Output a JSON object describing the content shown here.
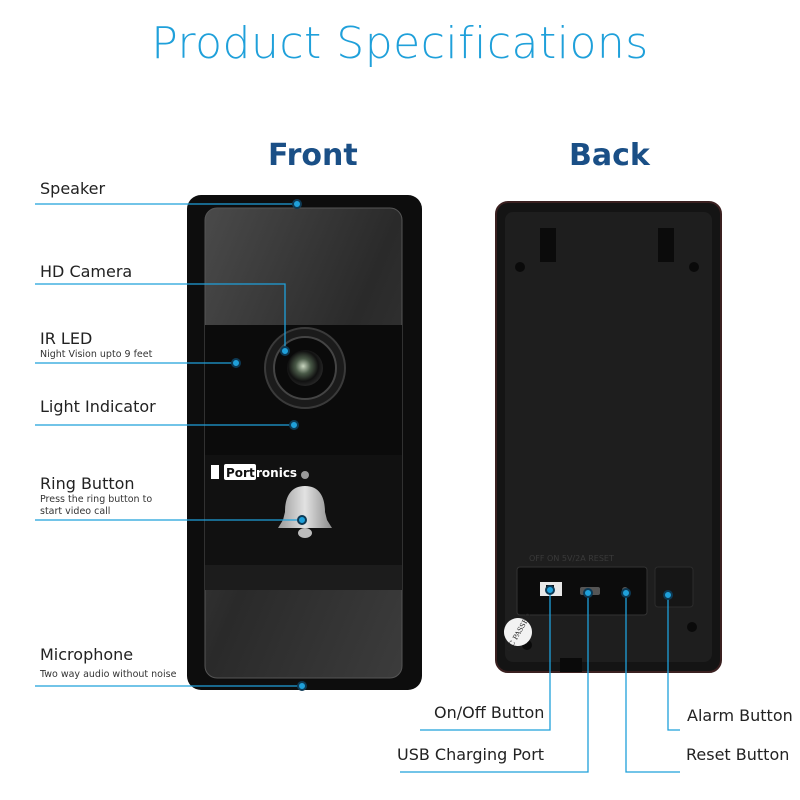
{
  "title": "Product Specifications",
  "front_heading": "Front",
  "back_heading": "Back",
  "brand": "Portronics",
  "back_port_labels": "OFF ON 5V/2A RESET",
  "qc_stamp": "QC PASSED",
  "front_labels": {
    "speaker": "Speaker",
    "hd_camera": "HD Camera",
    "ir_led": "IR LED",
    "ir_led_note": "Night Vision upto 9 feet",
    "light_indicator": "Light Indicator",
    "ring_button": "Ring Button",
    "ring_button_note_1": "Press the ring button to",
    "ring_button_note_2": "start video call",
    "microphone": "Microphone",
    "microphone_note": "Two way audio without noise"
  },
  "back_labels": {
    "on_off_button": "On/Off Button",
    "usb_charging_port": "USB Charging Port",
    "alarm_button": "Alarm Button",
    "reset_button": "Reset Button"
  },
  "colors": {
    "title": "#1fa0da",
    "heading": "#1a4f86",
    "callout": "#1fa0da",
    "device": "#111111"
  }
}
